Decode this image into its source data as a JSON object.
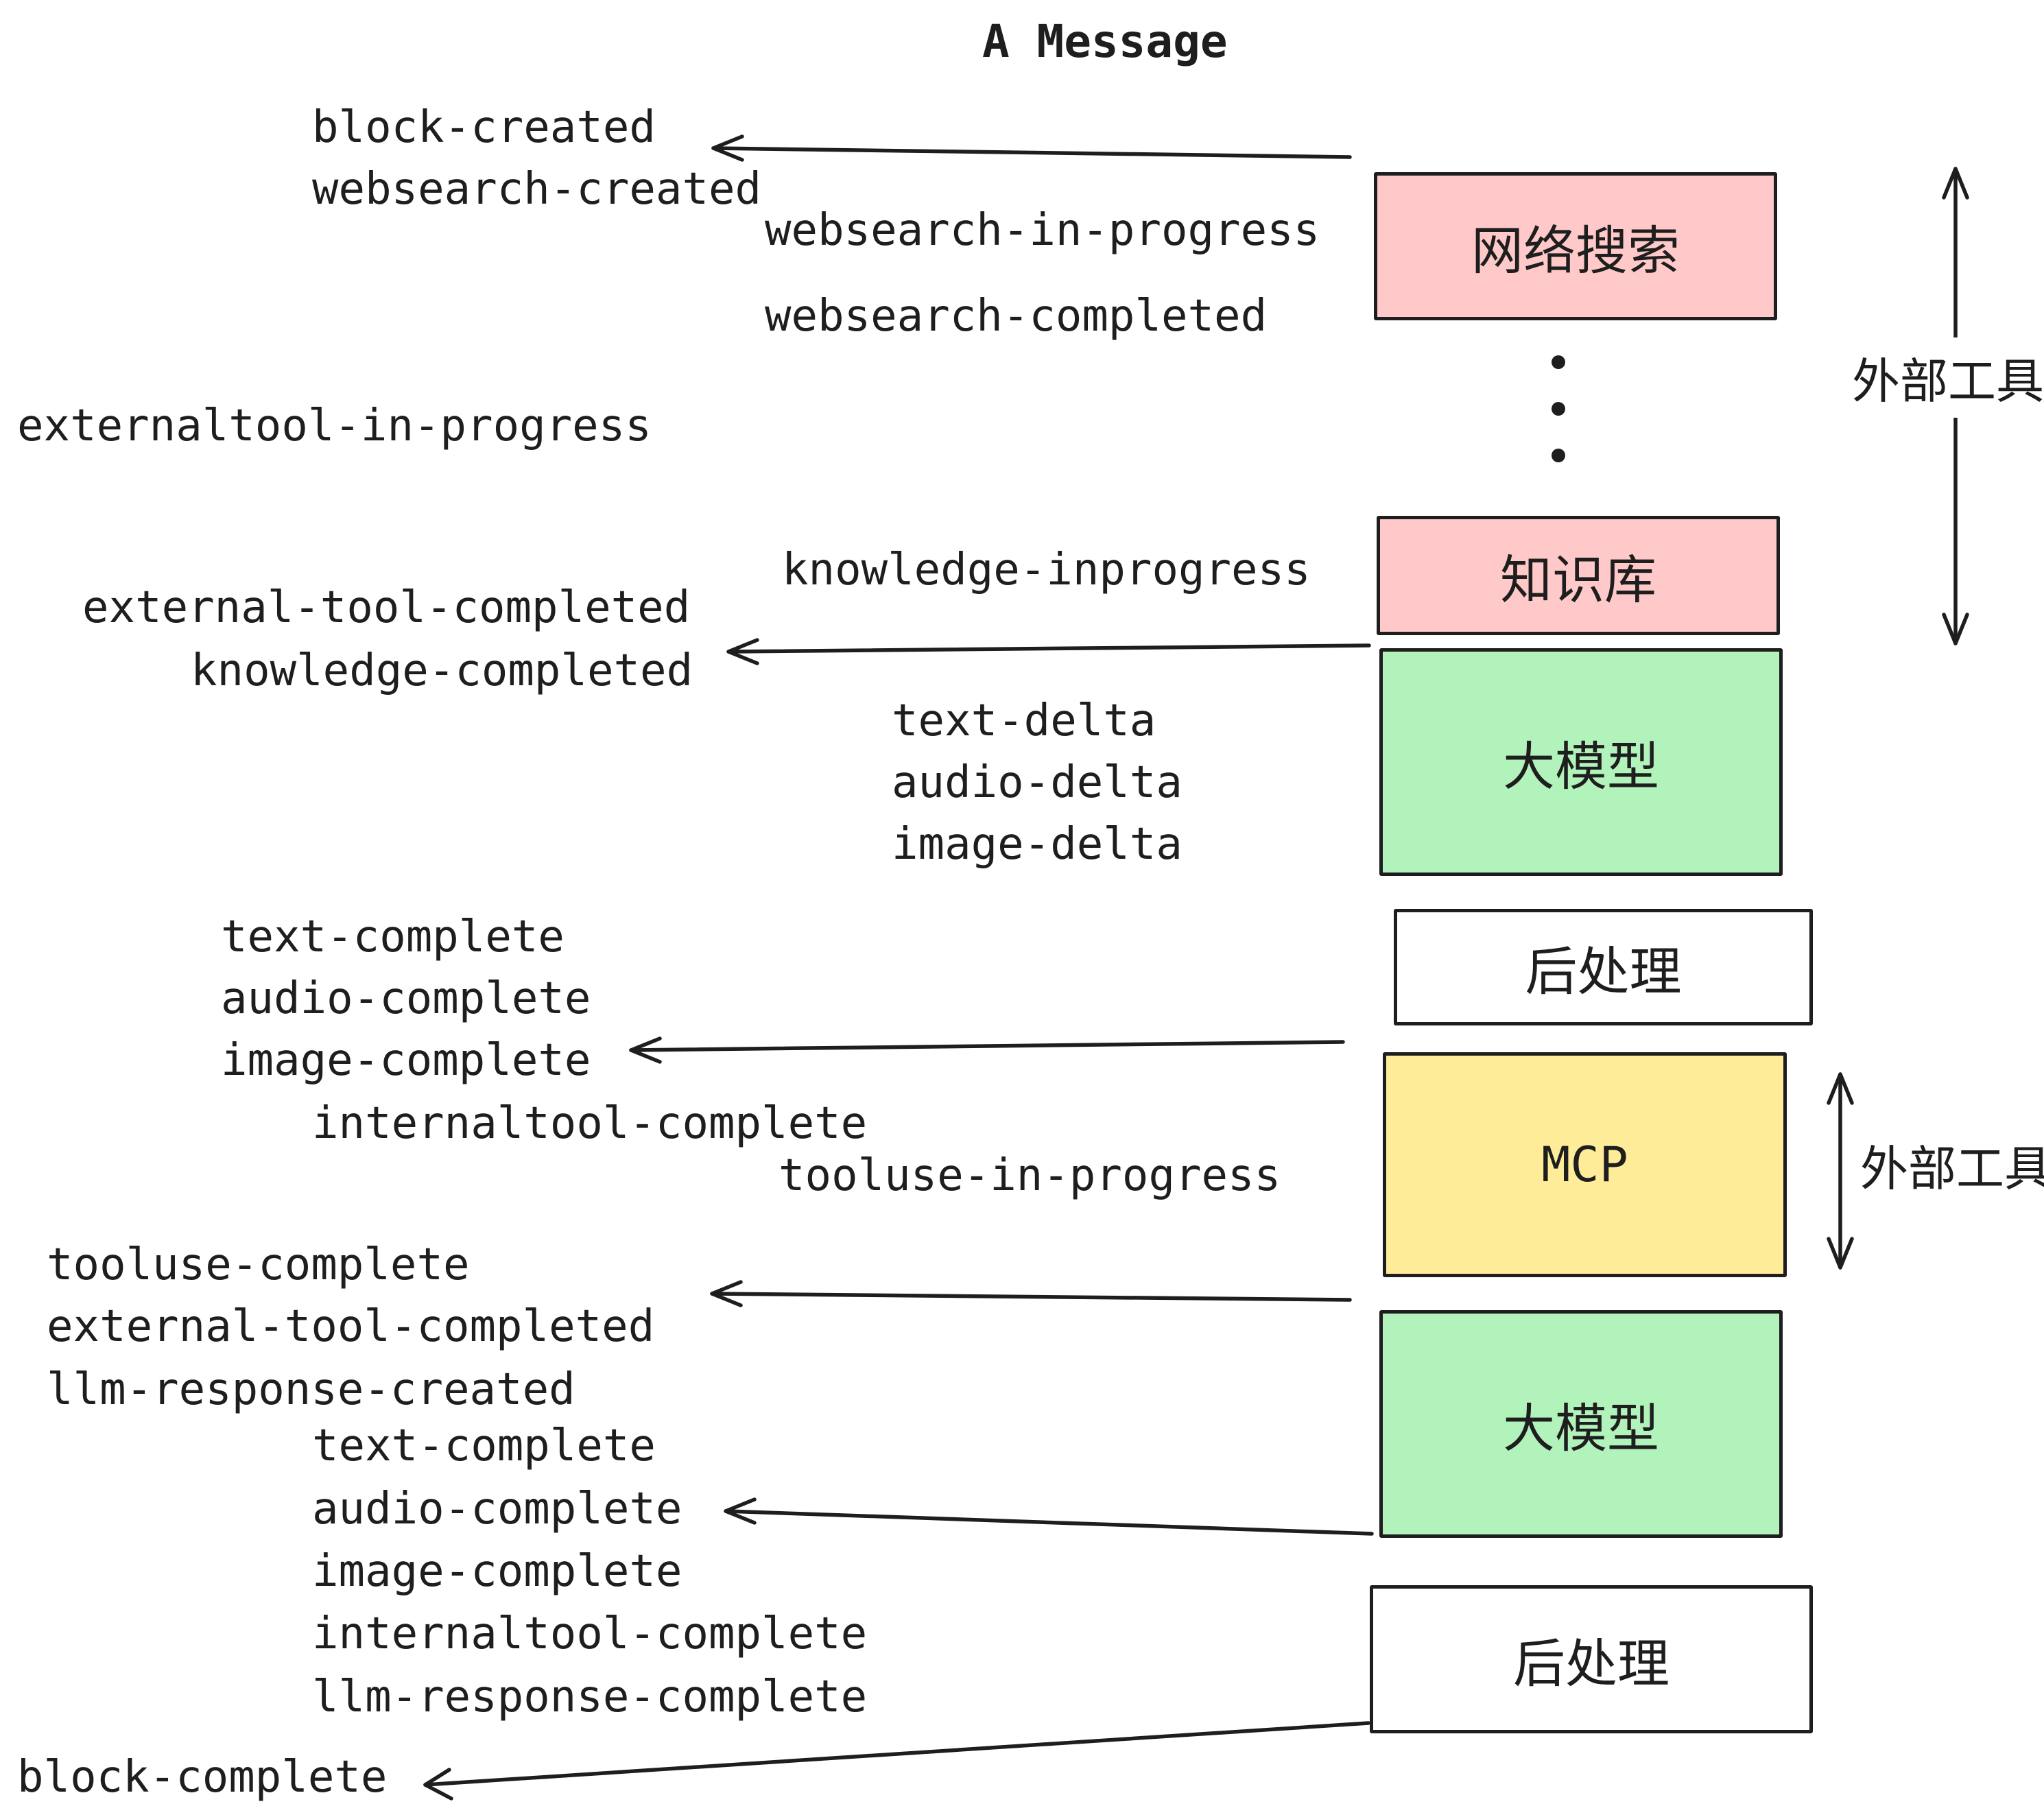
{
  "title": "A Message",
  "colors": {
    "pink": "#ffc9c9",
    "green": "#b2f2bb",
    "yellow": "#ffec99",
    "white": "#ffffff",
    "ink": "#1e1e1e"
  },
  "boxes": [
    {
      "label": "网络搜索",
      "fill": "pink"
    },
    {
      "label": "知识库",
      "fill": "pink"
    },
    {
      "label": "大模型",
      "fill": "green"
    },
    {
      "label": "后处理",
      "fill": "white"
    },
    {
      "label": "MCP",
      "fill": "yellow"
    },
    {
      "label": "大模型",
      "fill": "green"
    },
    {
      "label": "后处理",
      "fill": "white"
    }
  ],
  "annotations": {
    "external_tools_top": "外部工具",
    "external_tools_mcp": "外部工具"
  },
  "events": {
    "block_created": "block-created",
    "websearch_created": "websearch-created",
    "websearch_in_progress": "websearch-in-progress",
    "websearch_completed": "websearch-completed",
    "externaltool_in_progress": "externaltool-in-progress",
    "knowledge_inprogress": "knowledge-inprogress",
    "external_tool_completed": "external-tool-completed",
    "knowledge_completed": "knowledge-completed",
    "delta1": [
      "text-delta",
      "audio-delta",
      "image-delta"
    ],
    "complete1": [
      "text-complete",
      "audio-complete",
      "image-complete",
      "internaltool-complete"
    ],
    "tooluse_in_progress": "tooluse-in-progress",
    "tooluse_complete": "tooluse-complete",
    "external_tool_completed_2": "external-tool-completed",
    "llm_response_created": "llm-response-created",
    "complete2": [
      "text-complete",
      "audio-complete",
      "image-complete",
      "internaltool-complete",
      "llm-response-complete"
    ],
    "block_complete": "block-complete"
  }
}
